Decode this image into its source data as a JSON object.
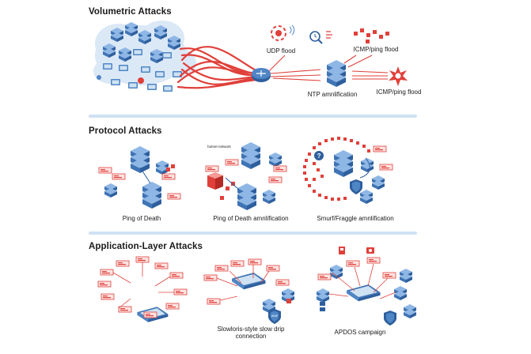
{
  "sections": {
    "volumetric": {
      "title": "Volumetric Attacks",
      "labels": {
        "udp_flood": "UDP flood",
        "icmp_ping_flood_top": "ICMP/ping flood",
        "ntp_amplification": "NTP amnlification",
        "icmp_ping_flood_right": "ICMP/ping flood"
      }
    },
    "protocol": {
      "title": "Protocol Attacks",
      "labels": {
        "ping_of_death": "Ping of Death",
        "ping_of_death_amplification": "Ping of Death amnlification",
        "smurf_fraggle": "Smurf/Fraggle amnlification",
        "botnet_network": "botnet network"
      }
    },
    "application": {
      "title": "Application-Layer Attacks",
      "labels": {
        "slowloris_line1": "Slowloris-style slow drip",
        "slowloris_line2": "connection",
        "apdos": "APDOS campaign",
        "waf_badge": "WAF"
      }
    }
  },
  "colors": {
    "server_blue": "#4f86c6",
    "server_dark": "#2e5f9e",
    "attack_red": "#e0403a",
    "divider": "#cfe2f3",
    "cloud": "#dbe8f6"
  }
}
